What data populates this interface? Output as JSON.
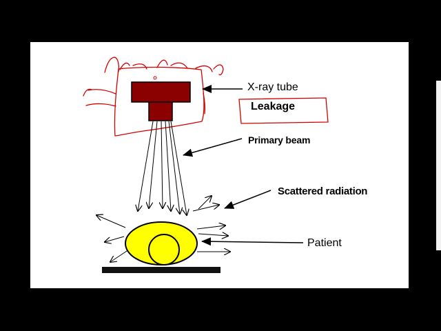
{
  "labels": {
    "xray_tube": "X-ray tube",
    "leakage": "Leakage",
    "primary_beam": "Primary beam",
    "scattered_radiation": "Scattered radiation",
    "patient": "Patient"
  },
  "colors": {
    "background": "#000000",
    "slide": "#ffffff",
    "tube": "#8b0000",
    "annotation_ink": "#d40000",
    "patient_fill": "#ffff00",
    "table": "#111111",
    "ink": "#000000"
  }
}
